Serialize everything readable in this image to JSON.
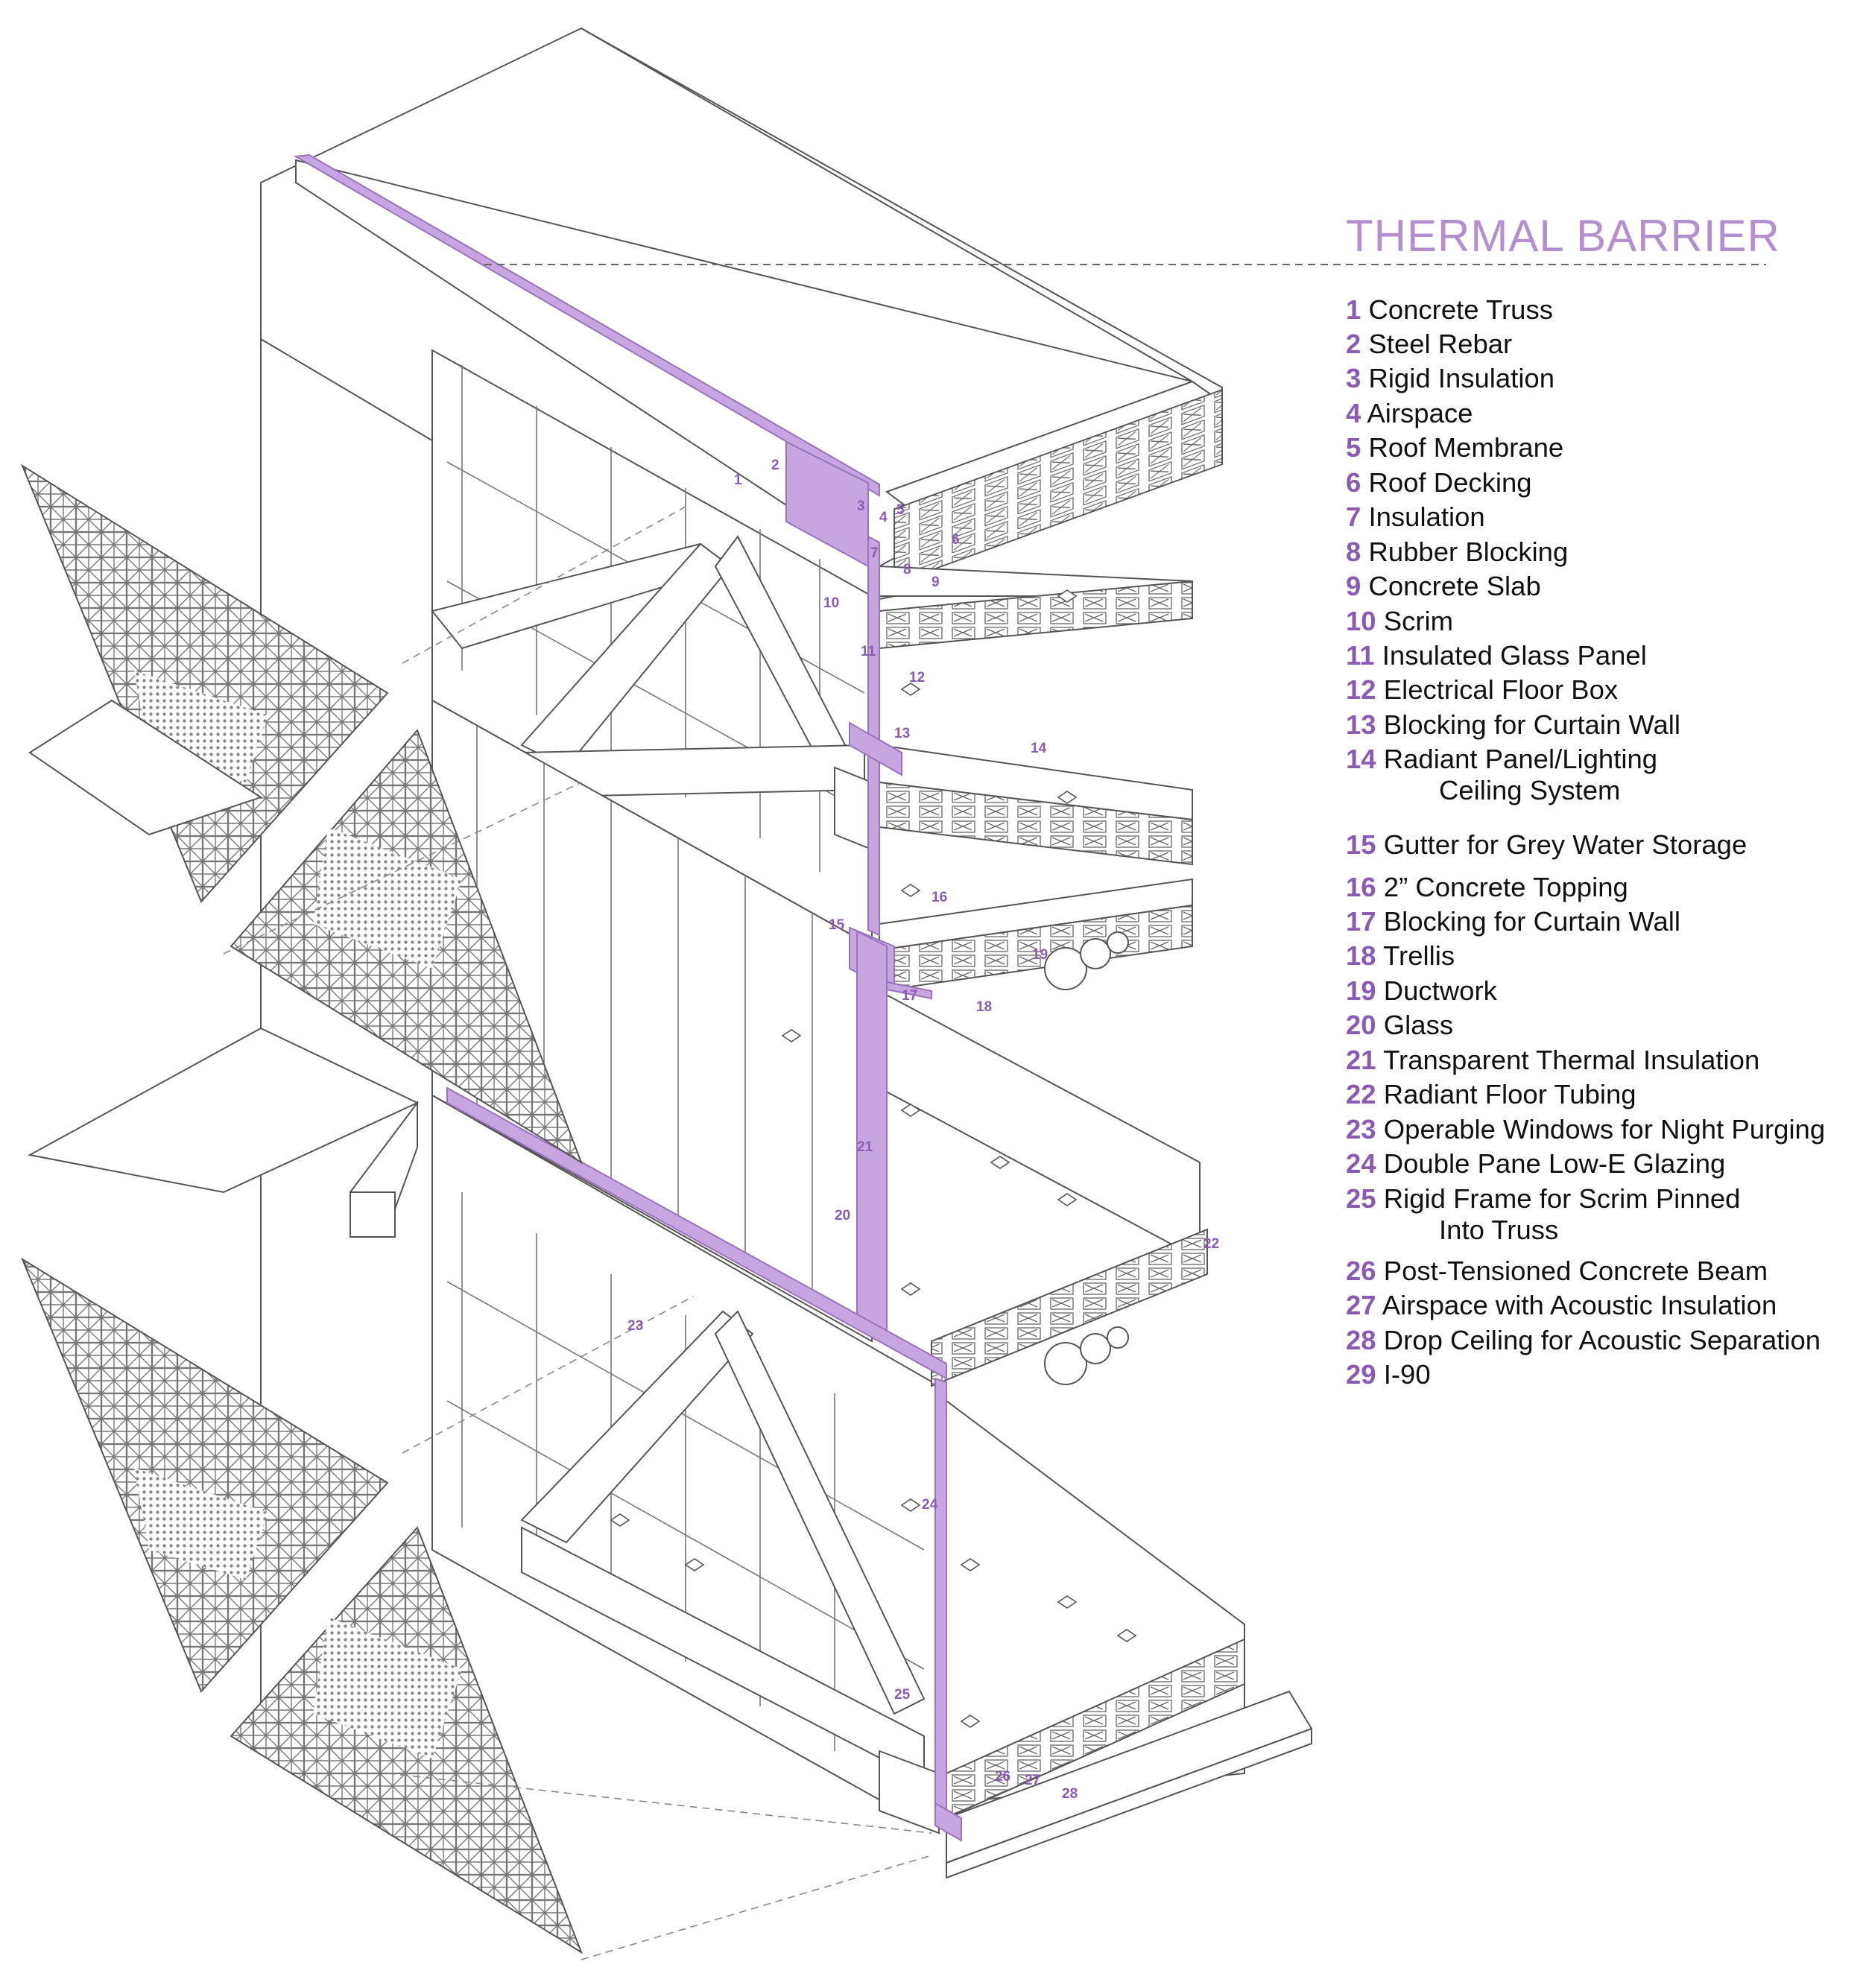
{
  "title": "THERMAL BARRIER",
  "colors": {
    "accent": "#b48fd0",
    "number": "#8a5bb3",
    "barrier_fill": "#c7a6df",
    "line": "#555555"
  },
  "legend": [
    {
      "num": "1",
      "label": "Concrete Truss"
    },
    {
      "num": "2",
      "label": "Steel Rebar"
    },
    {
      "num": "3",
      "label": "Rigid Insulation"
    },
    {
      "num": "4",
      "label": "Airspace"
    },
    {
      "num": "5",
      "label": "Roof Membrane"
    },
    {
      "num": "6",
      "label": "Roof Decking"
    },
    {
      "num": "7",
      "label": "Insulation"
    },
    {
      "num": "8",
      "label": "Rubber Blocking"
    },
    {
      "num": "9",
      "label": "Concrete Slab"
    },
    {
      "num": "10",
      "label": "Scrim"
    },
    {
      "num": "11",
      "label": "Insulated Glass Panel"
    },
    {
      "num": "12",
      "label": "Electrical Floor Box"
    },
    {
      "num": "13",
      "label": "Blocking for Curtain Wall"
    },
    {
      "num": "14",
      "label": "Radiant Panel/Lighting",
      "cont": "Ceiling System"
    },
    {
      "num": "15",
      "label": "Gutter for Grey Water Storage"
    },
    {
      "num": "16",
      "label": "2” Concrete Topping"
    },
    {
      "num": "17",
      "label": "Blocking for Curtain Wall"
    },
    {
      "num": "18",
      "label": "Trellis"
    },
    {
      "num": "19",
      "label": "Ductwork"
    },
    {
      "num": "20",
      "label": "Glass"
    },
    {
      "num": "21",
      "label": "Transparent Thermal Insulation"
    },
    {
      "num": "22",
      "label": "Radiant Floor Tubing"
    },
    {
      "num": "23",
      "label": "Operable Windows for Night Purging"
    },
    {
      "num": "24",
      "label": "Double Pane Low-E Glazing"
    },
    {
      "num": "25",
      "label": "Rigid Frame for Scrim Pinned",
      "cont": "Into Truss"
    },
    {
      "num": "26",
      "label": "Post-Tensioned Concrete Beam"
    },
    {
      "num": "27",
      "label": "Airspace with Acoustic Insulation"
    },
    {
      "num": "28",
      "label": "Drop Ceiling for Acoustic Separation"
    },
    {
      "num": "29",
      "label": "I-90"
    }
  ],
  "callouts": [
    "1",
    "2",
    "3",
    "4",
    "5",
    "6",
    "7",
    "8",
    "9",
    "10",
    "11",
    "12",
    "13",
    "14",
    "15",
    "16",
    "17",
    "18",
    "19",
    "20",
    "21",
    "22",
    "23",
    "24",
    "25",
    "26",
    "27",
    "28"
  ]
}
